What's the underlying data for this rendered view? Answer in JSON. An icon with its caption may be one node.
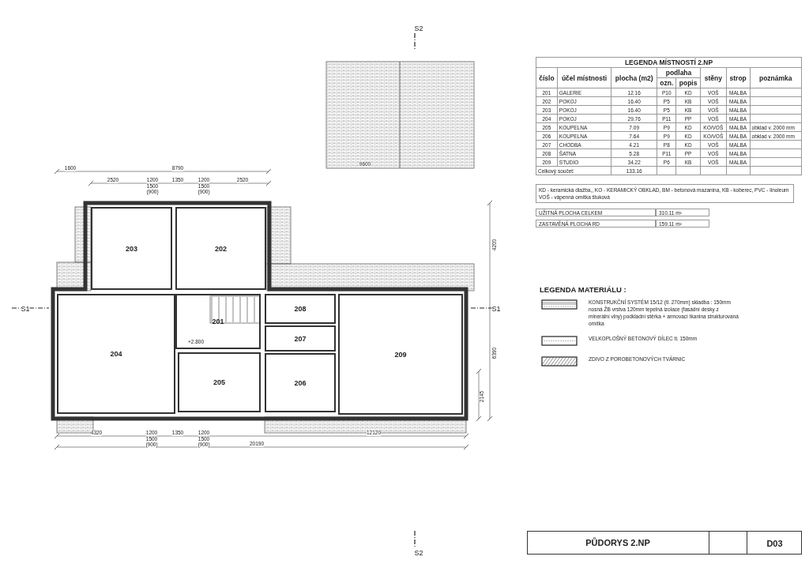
{
  "diagram": {
    "title": "PŮDORYS 2.NP",
    "nodes": [
      {
        "text": [
          "203"
        ]
      },
      {
        "text": [
          "202"
        ]
      },
      {
        "text": [
          "204"
        ]
      },
      {
        "text": [
          "201"
        ]
      },
      {
        "text": [
          "205"
        ]
      },
      {
        "text": [
          "208"
        ]
      },
      {
        "text": [
          "207"
        ]
      },
      {
        "text": [
          "206"
        ]
      },
      {
        "text": [
          "209"
        ]
      }
    ],
    "labels": [
      "LEGENDA MÍSTNOSTÍ 2.NP",
      "číslo",
      "účel místnosti",
      "plocha (m2)",
      "podlaha",
      "stěny",
      "strop",
      "poznámka",
      "ozn.",
      "popis",
      "201",
      "GALERIE",
      "12.16",
      "P10",
      "KD",
      "VOŠ",
      "MALBA",
      "202",
      "POKOJ",
      "16.40",
      "P5",
      "KB",
      "VOŠ",
      "MALBA",
      "203",
      "POKOJ",
      "16.40",
      "P5",
      "KB",
      "VOŠ",
      "MALBA",
      "204",
      "POKOJ",
      "29.76",
      "P11",
      "PP",
      "VOŠ",
      "MALBA",
      "205",
      "KOUPELNA",
      "7.09",
      "P9",
      "KD",
      "KO/VOŠ",
      "MALBA",
      "obklad v. 2000 mm",
      "206",
      "KOUPELNA",
      "7.64",
      "P9",
      "KD",
      "KO/VOŠ",
      "MALBA",
      "obklad v. 2000 mm",
      "207",
      "CHODBA",
      "4.21",
      "P8",
      "KD",
      "VOŠ",
      "MALBA",
      "208",
      "ŠATNA",
      "5.28",
      "P11",
      "PP",
      "VOŠ",
      "MALBA",
      "209",
      "STUDIO",
      "34.22",
      "P6",
      "KB",
      "VOŠ",
      "MALBA",
      "Celkový součet:",
      "133.16",
      "KD - keramická dlažba,, KO - KERAMICKÝ OBKLAD, BM - betonová mazanina, KB - koberec, PVC - linoleum",
      "VOŠ - vápenná omítka štuková",
      "UŽITNÁ PLOCHA CELKEM",
      "310.11 m²",
      "ZASTAVĚNÁ PLOCHA RD",
      "159.11 m²",
      "LEGENDA MATERIÁLU :",
      "D03",
      "S2",
      "S2",
      "S1",
      "S1",
      "1600",
      "8790",
      "2520",
      "1200",
      "1500",
      "(900)",
      "1350",
      "1200",
      "1500",
      "(900)",
      "2520",
      "4320",
      "1200",
      "1500",
      "(900)",
      "1350",
      "1200",
      "1500",
      "(900)",
      "12120",
      "20190",
      "9600",
      "4200",
      "6390",
      "2145",
      "+2.800"
    ],
    "legend": [
      {
        "text": "KONSTRUKČNÍ SYSTÉM 15/12 (tl. 270mm) skladba : 150mm nosná ŽB vrstva 120mm tepelná izolace (fasádní desky z minerální vlny) podkladní stěrka + armovací tkanina strukturovaná omítka"
      },
      {
        "text": "VELKOPLOŠNÝ BETONOVÝ DÍLEC tl. 150mm"
      },
      {
        "text": "ZDIVO Z POROBETONOVÝCH TVÁRNIC"
      }
    ]
  }
}
